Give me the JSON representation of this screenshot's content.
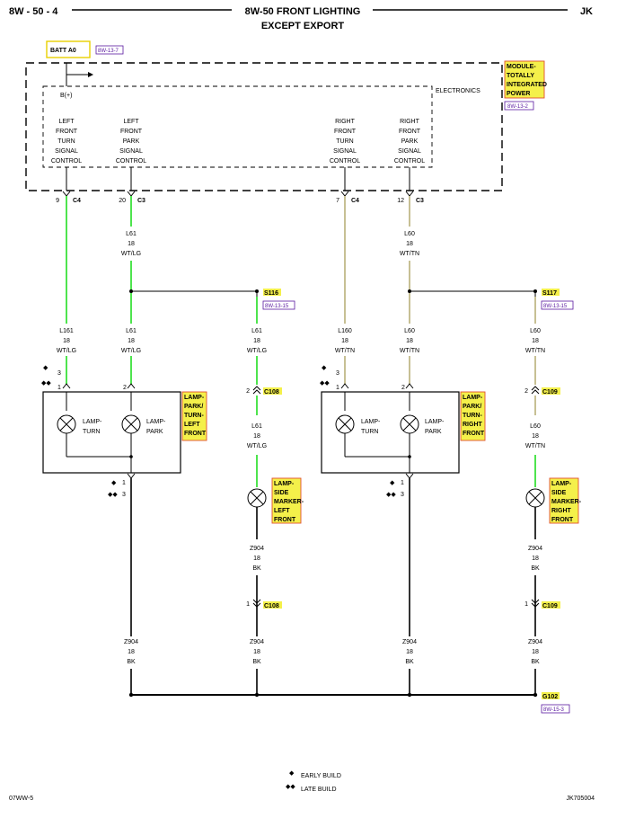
{
  "header": {
    "page_left": "8W - 50 - 4",
    "title": "8W-50 FRONT LIGHTING",
    "subtitle": "EXCEPT EXPORT",
    "page_right": "JK"
  },
  "footer": {
    "left": "07WW-5",
    "right": "JK705004"
  },
  "legend": {
    "early": "EARLY BUILD",
    "late": "LATE BUILD"
  },
  "colors": {
    "green": "#22dd22",
    "tan": "#b9b07a",
    "black": "#000000",
    "highlight": "#f4f04a",
    "ref_purple": "#5a1aa0"
  },
  "batt": {
    "label": "BATT A0",
    "ref": "8W-13-7"
  },
  "module": {
    "label": [
      "MODULE-",
      "TOTALLY",
      "INTEGRATED",
      "POWER"
    ],
    "ref": "8W-13-2",
    "electronics": "ELECTRONICS",
    "bplus": "B(+)",
    "controls": [
      [
        "LEFT",
        "FRONT",
        "TURN",
        "SIGNAL",
        "CONTROL"
      ],
      [
        "LEFT",
        "FRONT",
        "PARK",
        "SIGNAL",
        "CONTROL"
      ],
      [
        "RIGHT",
        "FRONT",
        "TURN",
        "SIGNAL",
        "CONTROL"
      ],
      [
        "RIGHT",
        "FRONT",
        "PARK",
        "SIGNAL",
        "CONTROL"
      ]
    ]
  },
  "pins": {
    "p1": {
      "num": "9",
      "conn": "C4"
    },
    "p2": {
      "num": "20",
      "conn": "C3"
    },
    "p3": {
      "num": "7",
      "conn": "C4"
    },
    "p4": {
      "num": "12",
      "conn": "C3"
    }
  },
  "wires": {
    "l61": [
      "L61",
      "18",
      "WT/LG"
    ],
    "l60": [
      "L60",
      "18",
      "WT/TN"
    ],
    "l161": [
      "L161",
      "18",
      "WT/LG"
    ],
    "l160": [
      "L160",
      "18",
      "WT/TN"
    ],
    "z904": [
      "Z904",
      "18",
      "BK"
    ]
  },
  "splices": {
    "s116": {
      "label": "S116",
      "ref": "8W-13-15"
    },
    "s117": {
      "label": "S117",
      "ref": "8W-13-15"
    }
  },
  "connectors": {
    "c108": "C108",
    "c109": "C109"
  },
  "ground": {
    "label": "G102",
    "ref": "8W-15-3"
  },
  "lamps": {
    "left_assy": [
      "LAMP-",
      "PARK/",
      "TURN-",
      "LEFT",
      "FRONT"
    ],
    "right_assy": [
      "LAMP-",
      "PARK/",
      "TURN-",
      "RIGHT",
      "FRONT"
    ],
    "turn": [
      "LAMP-",
      "TURN"
    ],
    "park": [
      "LAMP-",
      "PARK"
    ],
    "side_left": [
      "LAMP-",
      "SIDE",
      "MARKER-",
      "LEFT",
      "FRONT"
    ],
    "side_right": [
      "LAMP-",
      "SIDE",
      "MARKER-",
      "RIGHT",
      "FRONT"
    ]
  },
  "pin_nums": {
    "one": "1",
    "two": "2",
    "three": "3"
  }
}
